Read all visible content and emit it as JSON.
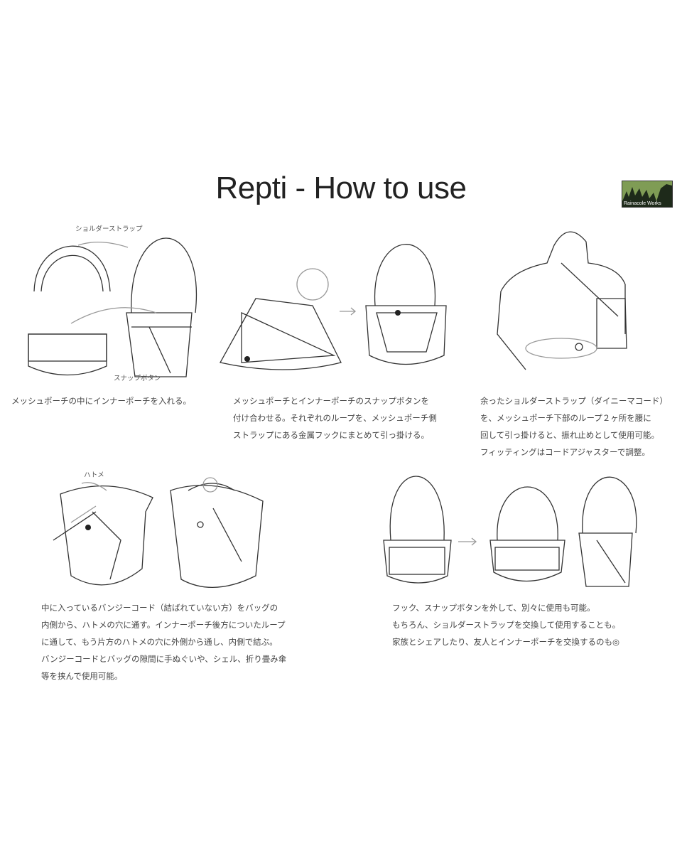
{
  "title": "Repti - How to use",
  "logo": {
    "text": "Rainacole Works",
    "color": "#7f9c55"
  },
  "labels": {
    "shoulder_strap": "ショルダーストラップ",
    "snap_button": "スナップボタン",
    "grommet": "ハトメ"
  },
  "steps": [
    {
      "lines": [
        "メッシュポーチの中にインナーポーチを入れる。"
      ]
    },
    {
      "lines": [
        "メッシュポーチとインナーポーチのスナップボタンを",
        "付け合わせる。それぞれのループを、メッシュポーチ側",
        "ストラップにある金属フックにまとめて引っ掛ける。"
      ]
    },
    {
      "lines": [
        "余ったショルダーストラップ（ダイニーマコード）",
        "を、メッシュポーチ下部のループ２ヶ所を腰に",
        "回して引っ掛けると、振れ止めとして使用可能。",
        "フィッティングはコードアジャスターで調整。"
      ]
    },
    {
      "lines": [
        "中に入っているバンジーコード（結ばれていない方）をバッグの",
        "内側から、ハトメの穴に通す。インナーポーチ後方についたループ",
        "に通して、もう片方のハトメの穴に外側から通し、内側で結ぶ。",
        "バンジーコードとバッグの隙間に手ぬぐいや、シェル、折り畳み傘",
        "等を挟んで使用可能。"
      ]
    },
    {
      "lines": [
        "フック、スナップボタンを外して、別々に使用も可能。",
        "もちろん、ショルダーストラップを交換して使用することも。",
        "家族とシェアしたり、友人とインナーポーチを交換するのも◎"
      ]
    }
  ]
}
